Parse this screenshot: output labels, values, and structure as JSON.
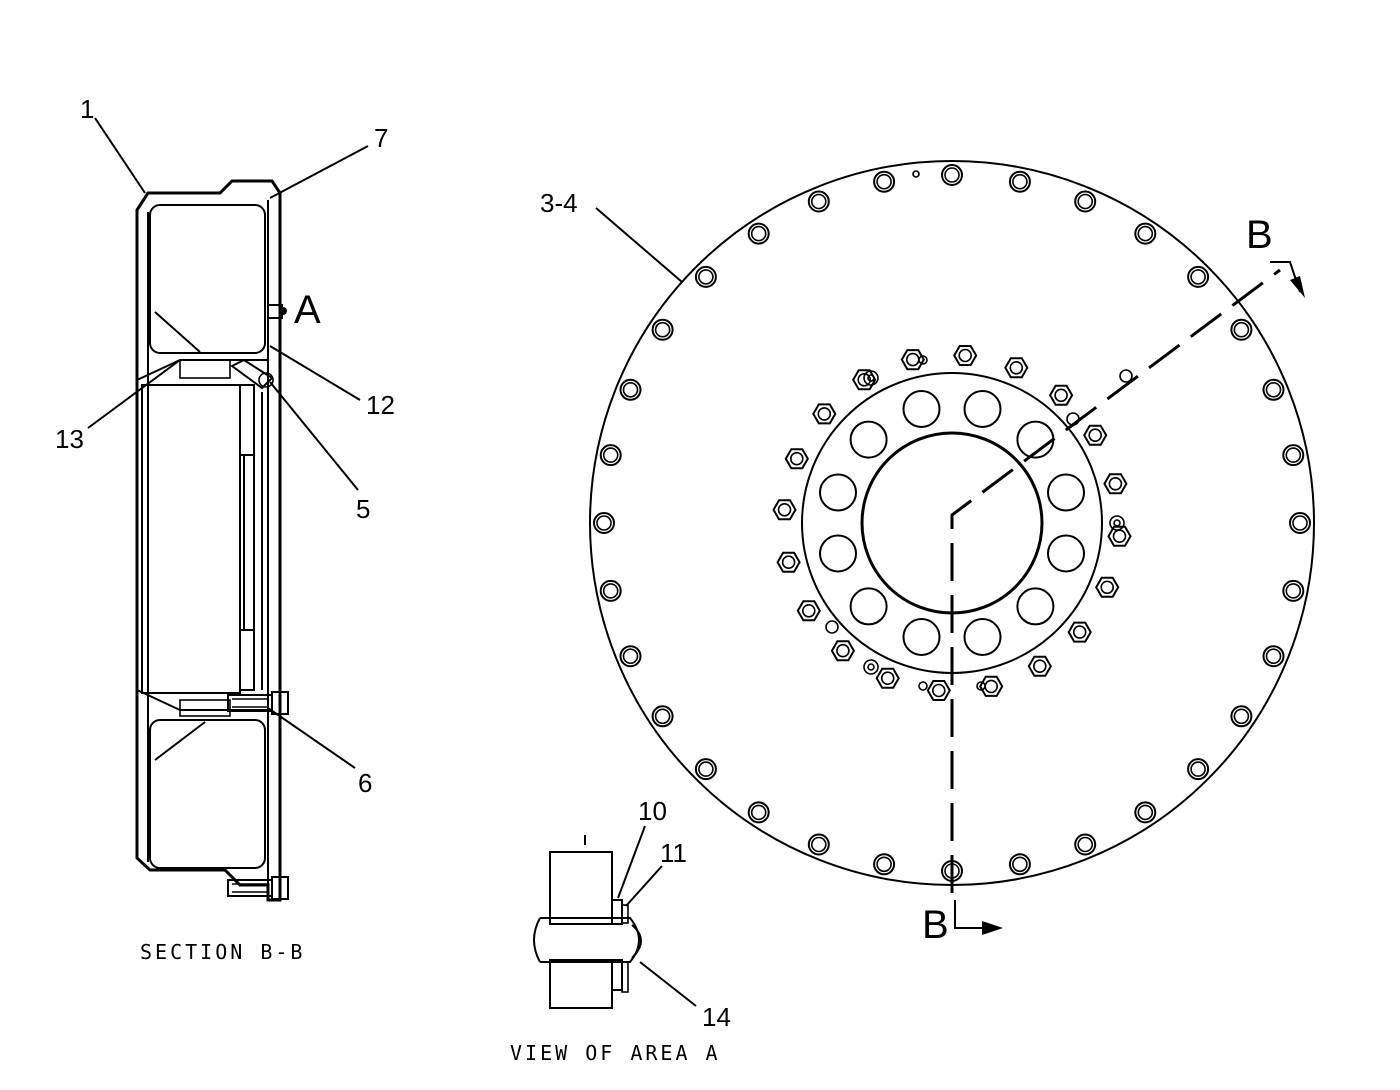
{
  "callouts": {
    "c1": "1",
    "c7": "7",
    "c12": "12",
    "c13": "13",
    "c5": "5",
    "c6": "6",
    "c3_4": "3-4",
    "c10": "10",
    "c11": "11",
    "c14": "14"
  },
  "markers": {
    "area_a": "A",
    "section_top": "B",
    "section_bottom": "B"
  },
  "captions": {
    "section": "SECTION B-B",
    "view": "VIEW OF AREA A"
  }
}
